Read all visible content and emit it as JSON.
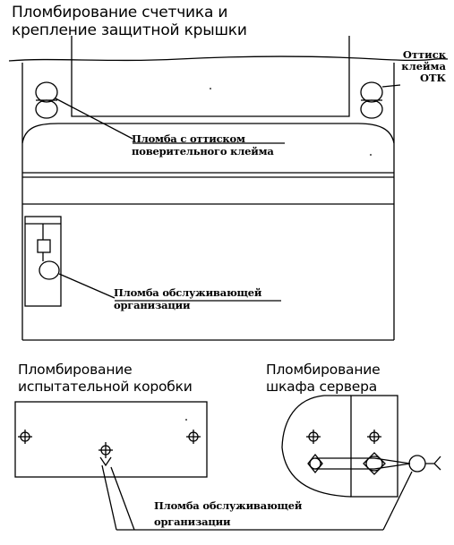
{
  "title_meter": [
    "Пломбирование счетчика и",
    "крепление защитной крышки"
  ],
  "label_otk": [
    "Оттиск",
    "клейма",
    "ОТК"
  ],
  "label_verification": [
    "Пломба с оттиском",
    "поверительного клейма"
  ],
  "label_service_org_top": [
    "Пломба обслуживающей",
    "организации"
  ],
  "title_test_box": [
    "Пломбирование",
    "испытательной коробки"
  ],
  "title_server_cabinet": [
    "Пломбирование",
    "шкафа сервера"
  ],
  "label_service_org_bottom": [
    "Пломба обслуживающей",
    "организации"
  ],
  "colors": {
    "ink": "#000000",
    "paper": "#ffffff"
  }
}
